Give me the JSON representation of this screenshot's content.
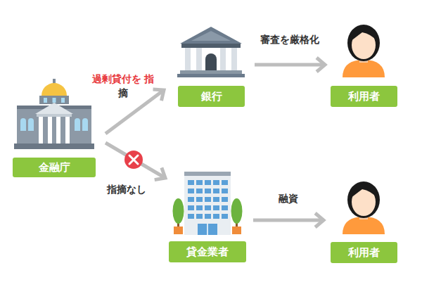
{
  "diagram": {
    "nodes": [
      {
        "text": [
          "金融庁"
        ]
      },
      {
        "text": [
          "銀行"
        ]
      },
      {
        "text": [
          "利用者"
        ]
      },
      {
        "text": [
          "貸金業者"
        ]
      },
      {
        "text": [
          "利用者"
        ]
      }
    ],
    "edges": [
      {
        "from": 0,
        "to": 1,
        "arrow": "to",
        "label": "過剰貸付を 指摘"
      },
      {
        "from": 0,
        "to": 3,
        "arrow": "to",
        "label": "指摘なし"
      },
      {
        "from": 1,
        "to": 2,
        "arrow": "to",
        "label": "審査を厳格化"
      },
      {
        "from": 3,
        "to": 4,
        "arrow": "to",
        "label": "融資"
      }
    ]
  }
}
